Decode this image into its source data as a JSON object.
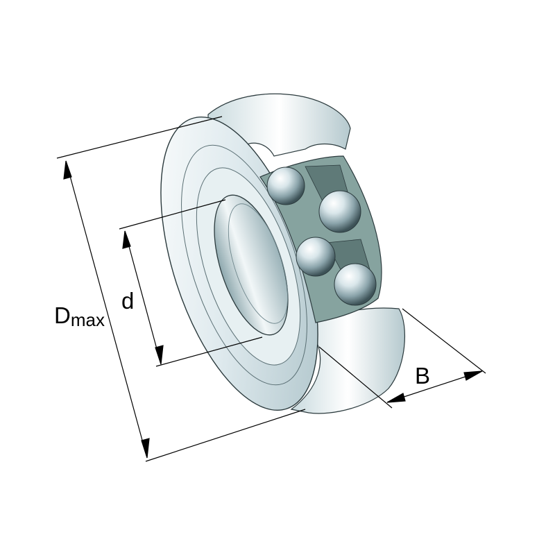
{
  "dimensions": {
    "outer_diameter": {
      "letter": "D",
      "subscript": "max"
    },
    "bore_diameter": {
      "letter": "d"
    },
    "width": {
      "letter": "B"
    }
  },
  "colors": {
    "steel_light": "#f4f8f9",
    "steel_mid": "#cfe0e4",
    "steel_dark": "#8fa9b0",
    "cage": "#7f9c98",
    "cage_dark": "#5f7a78",
    "outline": "#2b3a3d",
    "dimension_line": "#000000"
  }
}
